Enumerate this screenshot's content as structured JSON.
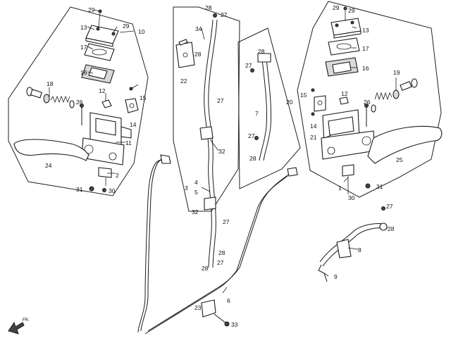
{
  "labels": {
    "l1": "1",
    "l2": "2",
    "l3": "3",
    "l4": "4",
    "l5": "5",
    "l6": "6",
    "l7": "7",
    "l8": "8",
    "l9": "9",
    "l10": "10",
    "l11": "11",
    "l12": "12",
    "l13": "13",
    "l14": "14",
    "l15": "15",
    "l16": "16",
    "l17": "17",
    "l18": "18",
    "l19": "19",
    "l20": "20",
    "l21": "21",
    "l22": "22",
    "l23": "23",
    "l24": "24",
    "l25": "25",
    "l26": "26",
    "l27": "27",
    "l28": "28",
    "l29": "29",
    "l30": "30",
    "l31": "31",
    "l32": "32",
    "l33": "33",
    "l34": "34"
  },
  "fr_mark": "FR."
}
